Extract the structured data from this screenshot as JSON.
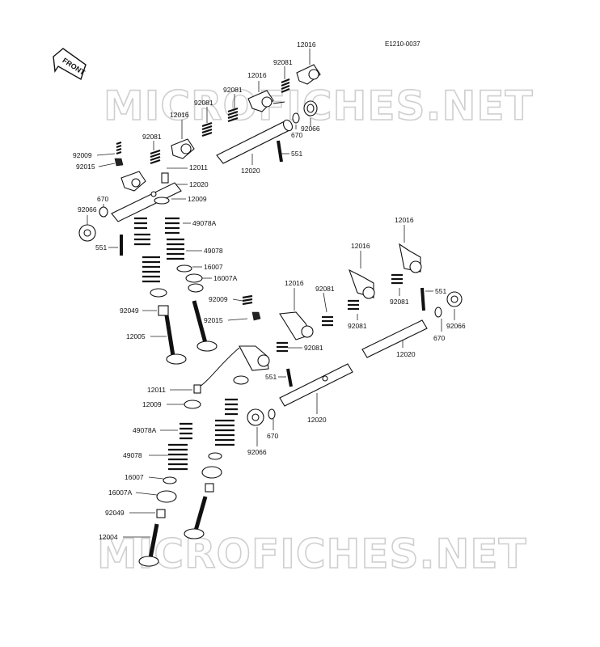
{
  "diagram": {
    "code": "E1210-0037",
    "front_label": "FRONT",
    "watermarks": [
      "MICROFICHES.NET",
      "MICROFICHES.NET"
    ]
  },
  "labels": {
    "l12016a": "12016",
    "l12016b": "12016",
    "l12016c": "12016",
    "l12016d": "12016",
    "l12016e": "12016",
    "l12016f": "12016",
    "l92081a": "92081",
    "l92081b": "92081",
    "l92081c": "92081",
    "l92081d": "92081",
    "l92081e": "92081",
    "l92081f": "92081",
    "l92081g": "92081",
    "l92081h": "92081",
    "l92066a": "92066",
    "l92066b": "92066",
    "l92066c": "92066",
    "l92066d": "92066",
    "l670a": "670",
    "l670b": "670",
    "l670c": "670",
    "l670d": "670",
    "l551a": "551",
    "l551b": "551",
    "l551c": "551",
    "l551d": "551",
    "l12020a": "12020",
    "l12020b": "12020",
    "l12020c": "12020",
    "l12020d": "12020",
    "l92009a": "92009",
    "l92009b": "92009",
    "l92015a": "92015",
    "l92015b": "92015",
    "l12011a": "12011",
    "l12011b": "12011",
    "l12009a": "12009",
    "l12009b": "12009",
    "l49078Aa": "49078A",
    "l49078Ab": "49078A",
    "l49078a": "49078",
    "l49078b": "49078",
    "l16007a": "16007",
    "l16007b": "16007",
    "l16007Aa": "16007A",
    "l16007Ab": "16007A",
    "l92049a": "92049",
    "l92049b": "92049",
    "l12005": "12005",
    "l12004": "12004"
  }
}
